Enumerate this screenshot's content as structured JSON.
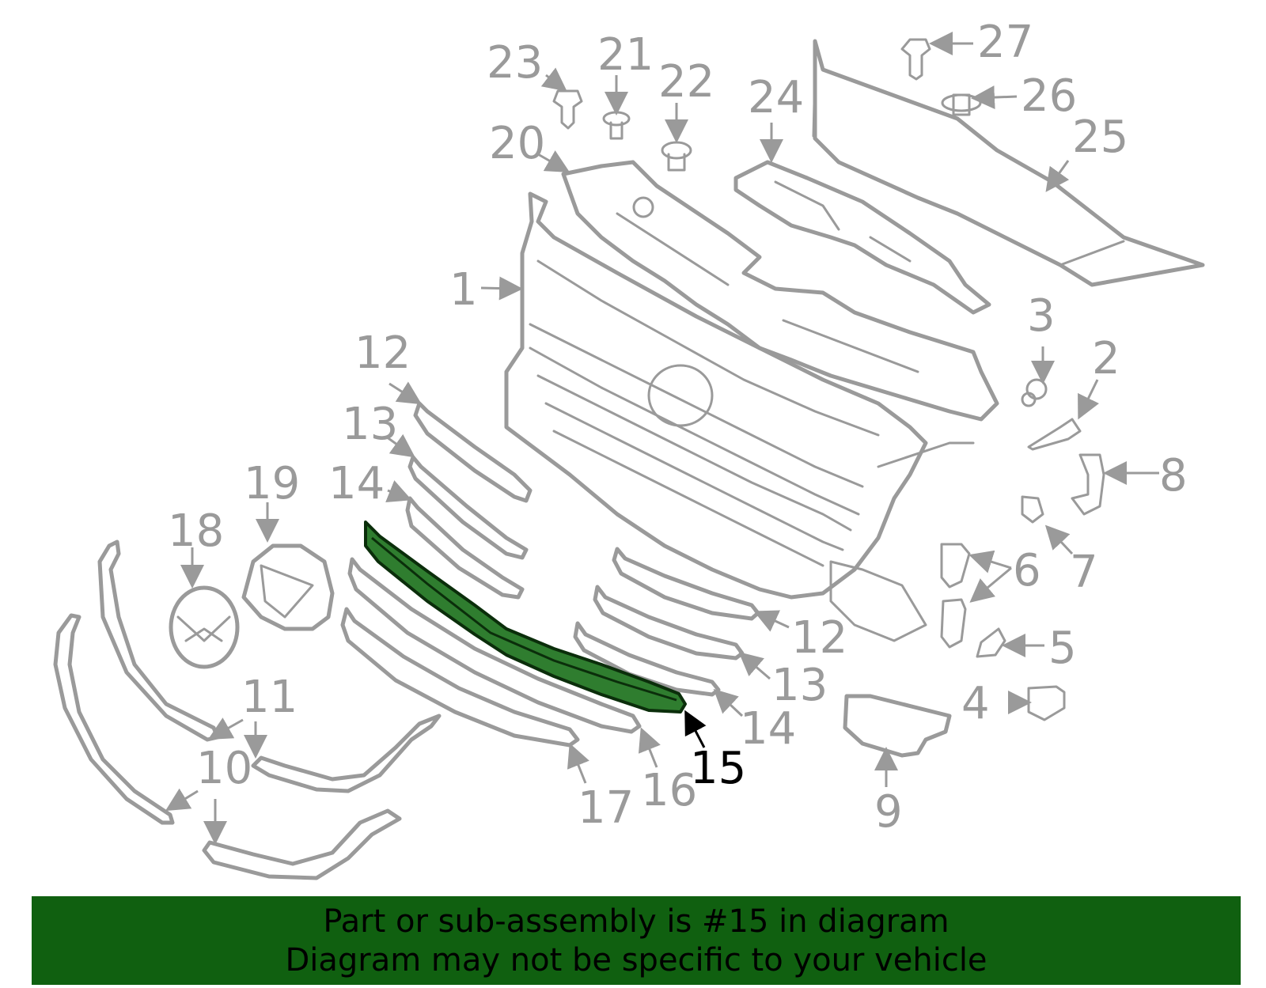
{
  "diagram": {
    "highlighted_part": "15",
    "callouts": [
      "1",
      "2",
      "3",
      "4",
      "5",
      "6",
      "7",
      "8",
      "9",
      "10",
      "11",
      "12",
      "13",
      "14",
      "15",
      "16",
      "17",
      "18",
      "19",
      "20",
      "21",
      "22",
      "23",
      "24",
      "25",
      "26",
      "27"
    ],
    "colors": {
      "part_line": "#9a9a9a",
      "highlight_fill": "#2f7d2f",
      "banner_bg": "#106010",
      "active_label": "#000000"
    }
  },
  "banner": {
    "line1": "Part or sub-assembly is #15 in diagram",
    "line2": "Diagram may not be specific to your vehicle"
  }
}
